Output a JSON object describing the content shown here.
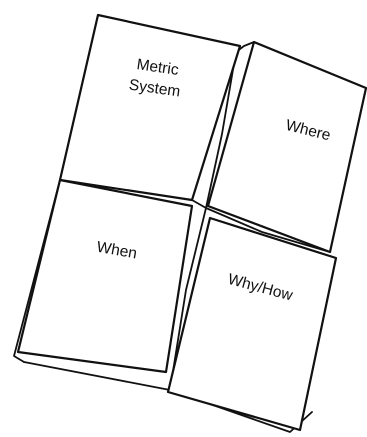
{
  "foldable": {
    "flaps": {
      "top_left": {
        "line1": "Metric",
        "line2": "System"
      },
      "top_right": {
        "label": "Where"
      },
      "bottom_left": {
        "label": "When"
      },
      "bottom_right": {
        "label": "Why/How"
      }
    }
  }
}
